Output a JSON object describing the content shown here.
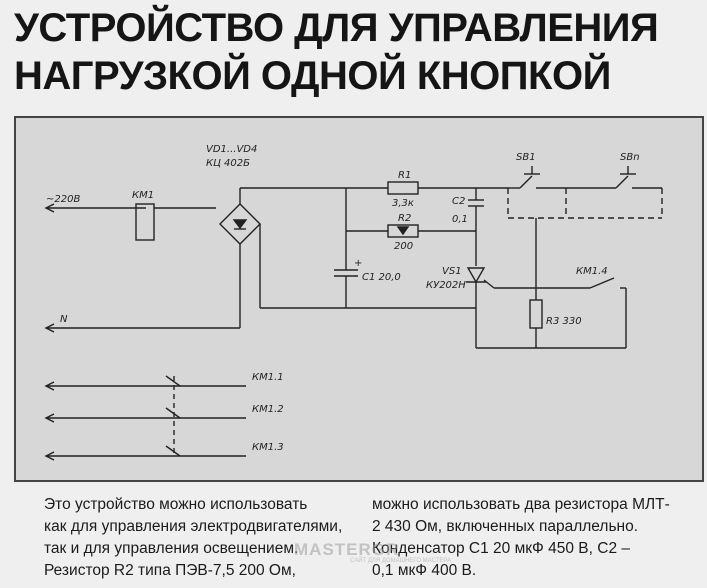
{
  "title": {
    "line1": "УСТРОЙСТВО ДЛЯ УПРАВЛЕНИЯ",
    "line2": "НАГРУЗКОЙ ОДНОЙ КНОПКОЙ"
  },
  "schematic": {
    "vd_label": "VD1...VD4",
    "vd_type": "КЦ 402Б",
    "ac_label": "~220В",
    "km1": "КМ1",
    "n_label": "N",
    "r1": "R1",
    "r1_val": "3,3к",
    "r2": "R2",
    "r2_val": "200",
    "c1": "C1 20,0",
    "c2": "C2",
    "c2_val": "0,1",
    "vs1": "VS1",
    "vs1_type": "КУ202Н",
    "sb1": "SB1",
    "sbn": "SBn",
    "km14": "КМ1.4",
    "r3": "R3 330",
    "km11": "КМ1.1",
    "km12": "КМ1.2",
    "km13": "КМ1.3",
    "plus": "+"
  },
  "text": {
    "col1_line1": "Это устройство можно использовать",
    "col1_line2": "как для управления электродвигателями,",
    "col1_line3": "так и для управления освещением.",
    "col1_line4": "Резистор R2 типа ПЭВ-7,5 200 Ом,",
    "col2_line1": "можно использовать два резистора МЛТ-",
    "col2_line2": "2 430 Ом, включенных параллельно.",
    "col2_line3": "Конденсатор С1 20 мкФ 450 В, С2 –",
    "col2_line4": "0,1 мкФ 400 В."
  },
  "watermark": {
    "main": "MASTERGR",
    "sub": "САЙТ ДЛЯ ДОМАШНЕГО МАСТЕРА"
  }
}
